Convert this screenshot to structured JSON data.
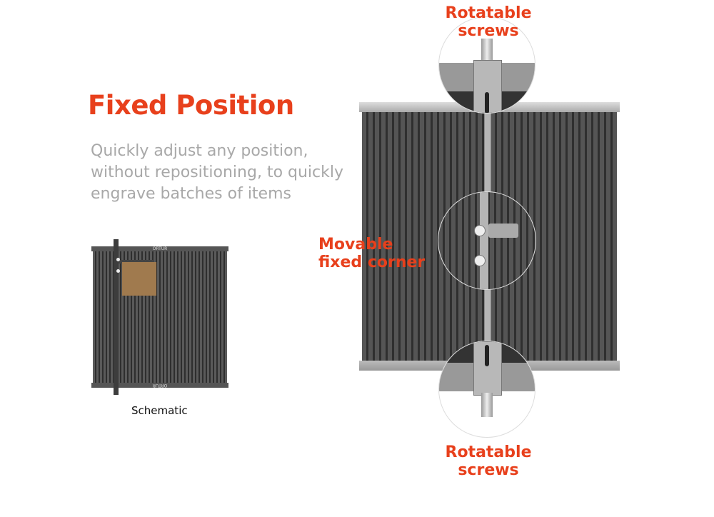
{
  "heading": "Fixed Position",
  "description": "Quickly adjust any position, without repositioning, to quickly engrave batches of items",
  "schematic": {
    "caption": "Schematic",
    "brand_top": "ORTUR",
    "brand_bottom": "ORTUR"
  },
  "callouts": {
    "top": "Rotatable screws",
    "middle": "Movable fixed corner",
    "bottom": "Rotatable screws"
  },
  "colors": {
    "accent": "#e8401c",
    "text_muted": "#a8a8a8",
    "material": "#a07a4e"
  }
}
